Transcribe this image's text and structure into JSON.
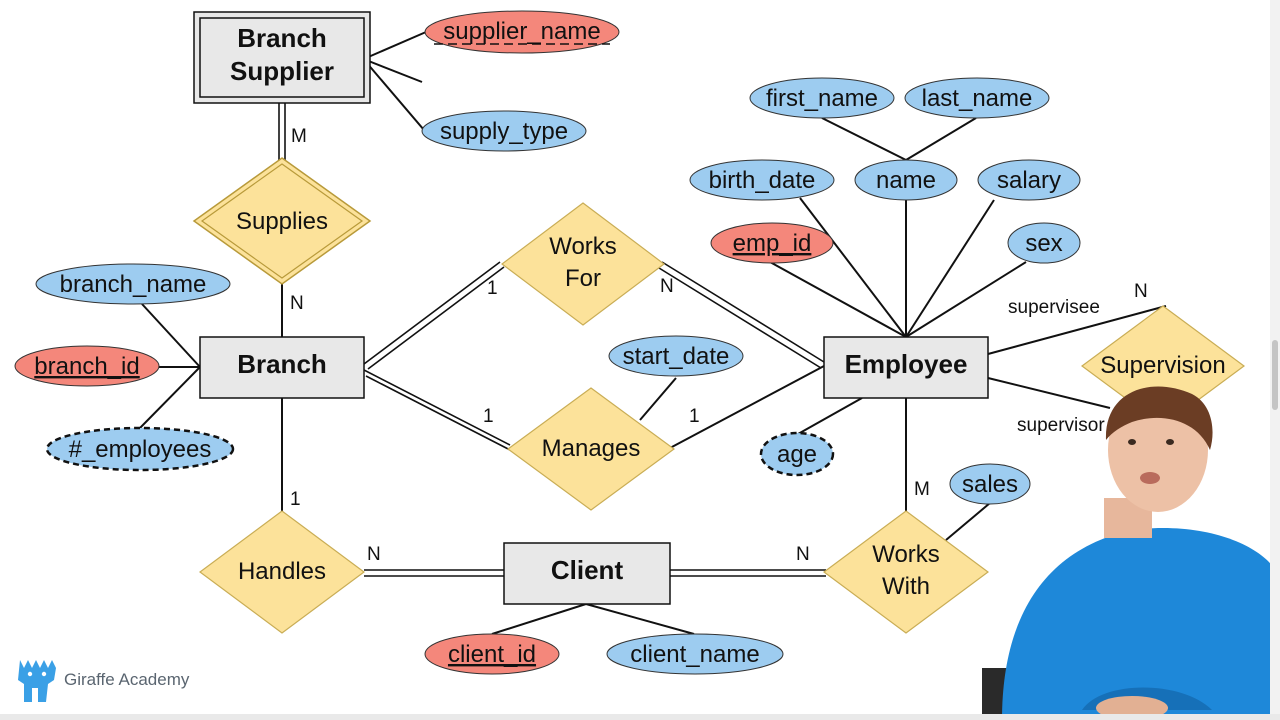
{
  "entities": {
    "branch_supplier": [
      "Branch",
      "Supplier"
    ],
    "branch": "Branch",
    "employee": "Employee",
    "client": "Client"
  },
  "relationships": {
    "supplies": "Supplies",
    "works_for": [
      "Works",
      "For"
    ],
    "manages": "Manages",
    "handles": "Handles",
    "works_with": [
      "Works",
      "With"
    ],
    "supervision": "Supervision"
  },
  "attributes": {
    "supplier_name": "supplier_name",
    "supply_type": "supply_type",
    "first_name": "first_name",
    "last_name": "last_name",
    "birth_date": "birth_date",
    "name": "name",
    "salary": "salary",
    "emp_id": "emp_id",
    "sex": "sex",
    "branch_name": "branch_name",
    "branch_id": "branch_id",
    "num_employees": "#_employees",
    "start_date": "start_date",
    "age": "age",
    "sales": "sales",
    "client_id": "client_id",
    "client_name": "client_name"
  },
  "cardinalities": {
    "supplies_top": "M",
    "supplies_bottom": "N",
    "works_for_left": "1",
    "works_for_right": "N",
    "manages_left": "1",
    "manages_right": "1",
    "handles_top": "1",
    "handles_right": "N",
    "works_with_left": "N",
    "works_with_top": "M",
    "supervision_top": "N"
  },
  "roles": {
    "supervisee": "supervisee",
    "supervisor": "supervisor"
  },
  "brand": "Giraffe Academy",
  "colors": {
    "key_attr": "#f4877b",
    "attr": "#9dccf0",
    "relationship": "#fce29a",
    "entity": "#e8e8e8",
    "stroke": "#111111"
  }
}
